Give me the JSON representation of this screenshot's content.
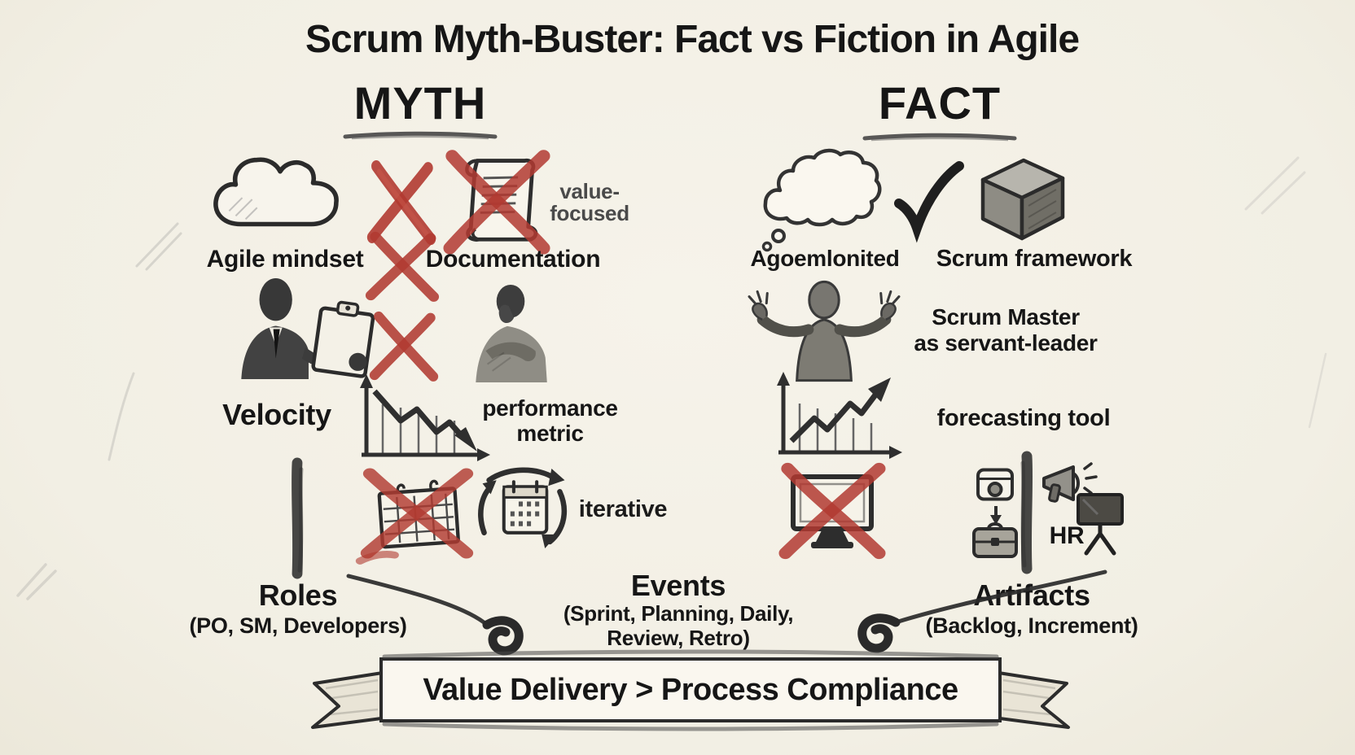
{
  "title": "Scrum Myth-Buster: Fact vs Fiction in Agile",
  "myth_column": {
    "header": "MYTH",
    "row1": {
      "icon": "cloud-icon",
      "label": "Agile mindset"
    },
    "row1b": {
      "icon": "crossed-scroll-icon",
      "label": "Documentation",
      "note": "value-focused"
    },
    "row2": {
      "icons": [
        "manager-with-clipboard-icon",
        "pensive-person-icon"
      ]
    },
    "row3": {
      "label": "Velocity",
      "icon": "declining-chart-icon",
      "note": "performance metric"
    },
    "row4": {
      "icons": [
        "crossed-calendar-icon",
        "calendar-cycle-icon"
      ],
      "note": "iterative"
    }
  },
  "fact_column": {
    "header": "FACT",
    "row1": {
      "icon": "thought-bubble-icon",
      "label": "Agoemlonited"
    },
    "row1b": {
      "icon": "checkmark-icon",
      "label": ""
    },
    "row1c": {
      "icon": "cube-icon",
      "label": "Scrum framework"
    },
    "row2": {
      "icon": "open-arms-person-icon",
      "label_line1": "Scrum Master",
      "label_line2": "as servant-leader"
    },
    "row3": {
      "icon": "rising-chart-icon",
      "label": "forecasting tool"
    },
    "row4": {
      "icons": [
        "crossed-monitor-icon",
        "app-window-icon",
        "down-arrow-icon",
        "briefcase-icon",
        "megaphone-icon",
        "presentation-screen-icon"
      ],
      "hr_label": "HR"
    }
  },
  "pillars": {
    "roles": {
      "title": "Roles",
      "subtitle": "(PO, SM, Developers)"
    },
    "events": {
      "title": "Events",
      "subtitle": "(Sprint, Planning, Daily, Review, Retro)"
    },
    "artifacts": {
      "title": "Artifacts",
      "subtitle": "(Backlog, Increment)"
    }
  },
  "banner": {
    "text": "Value Delivery > Process Compliance"
  },
  "colors": {
    "background": "#f3f0e6",
    "ink": "#1c1c1c",
    "red_x": "#b13a31",
    "pencil_gray": "#4f4f4f"
  }
}
